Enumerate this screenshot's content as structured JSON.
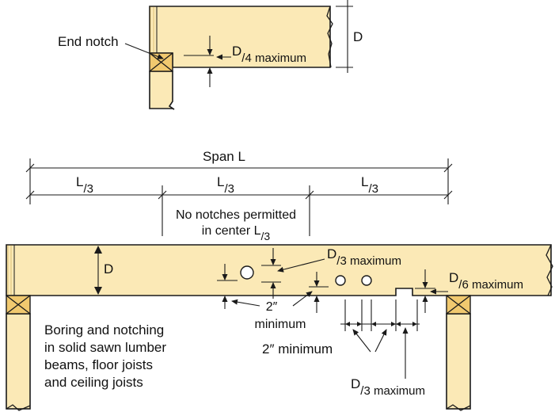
{
  "top_detail": {
    "end_notch_label": "End notch",
    "notch_limit_main": "D",
    "notch_limit_sub": "/4 maximum",
    "depth_label": "D"
  },
  "span": {
    "total_label": "Span L",
    "thirds": [
      {
        "main": "L",
        "sub": "/3"
      },
      {
        "main": "L",
        "sub": "/3"
      },
      {
        "main": "L",
        "sub": "/3"
      }
    ],
    "center_note_line1": "No notches permitted",
    "center_note_line2_main": "in center L",
    "center_note_line2_sub": "/3"
  },
  "beam": {
    "depth_label": "D",
    "hole_limit_main": "D",
    "hole_limit_sub": "/3 maximum",
    "edge_distance_line1": "2″",
    "edge_distance_line2": "minimum",
    "notch_limit_main": "D",
    "notch_limit_sub": "/6 maximum",
    "spacing_label": "2″ minimum",
    "notch_length_main": "D",
    "notch_length_sub": "/3 maximum"
  },
  "caption": [
    "Boring and notching",
    "in solid sawn lumber",
    "beams, floor joists",
    "and ceiling joists"
  ]
}
